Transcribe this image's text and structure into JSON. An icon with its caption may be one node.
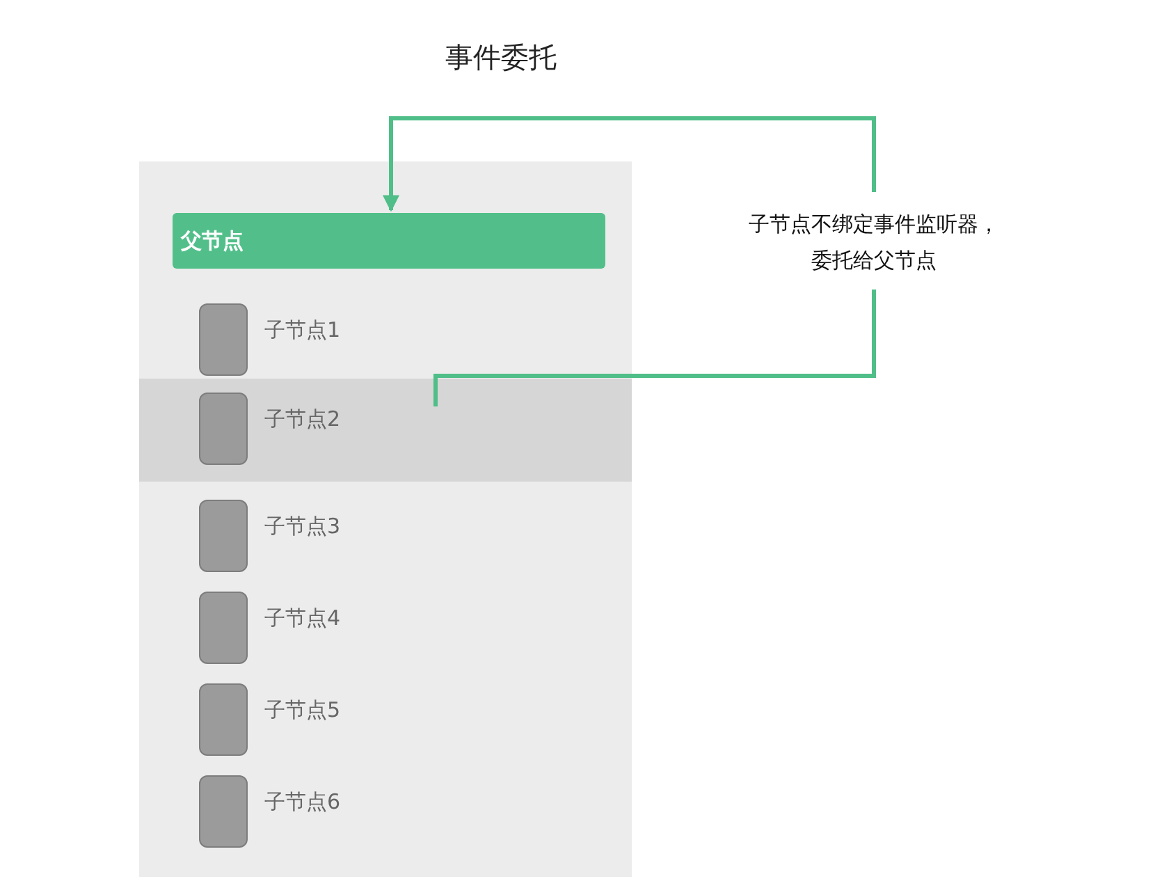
{
  "diagram": {
    "title": "事件委托",
    "nodes": [
      {
        "text": [],
        "shape": "box"
      },
      {
        "text": [
          "父节点"
        ],
        "in": 0
      },
      {
        "text": [
          "子节点1"
        ],
        "in": 0
      },
      {
        "text": [
          "子节点2"
        ],
        "in": 0
      },
      {
        "text": [
          "子节点3"
        ],
        "in": 0
      },
      {
        "text": [
          "子节点4"
        ],
        "in": 0
      },
      {
        "text": [
          "子节点5"
        ],
        "in": 0
      },
      {
        "text": [
          "子节点6"
        ],
        "in": 0
      },
      {
        "text": [
          "子节点不绑定事件监听器，委托给父节点"
        ]
      }
    ],
    "edges": [
      {
        "from": 3,
        "to": 8,
        "arrow": "none"
      },
      {
        "from": 8,
        "to": 1,
        "arrow": "to"
      }
    ]
  }
}
